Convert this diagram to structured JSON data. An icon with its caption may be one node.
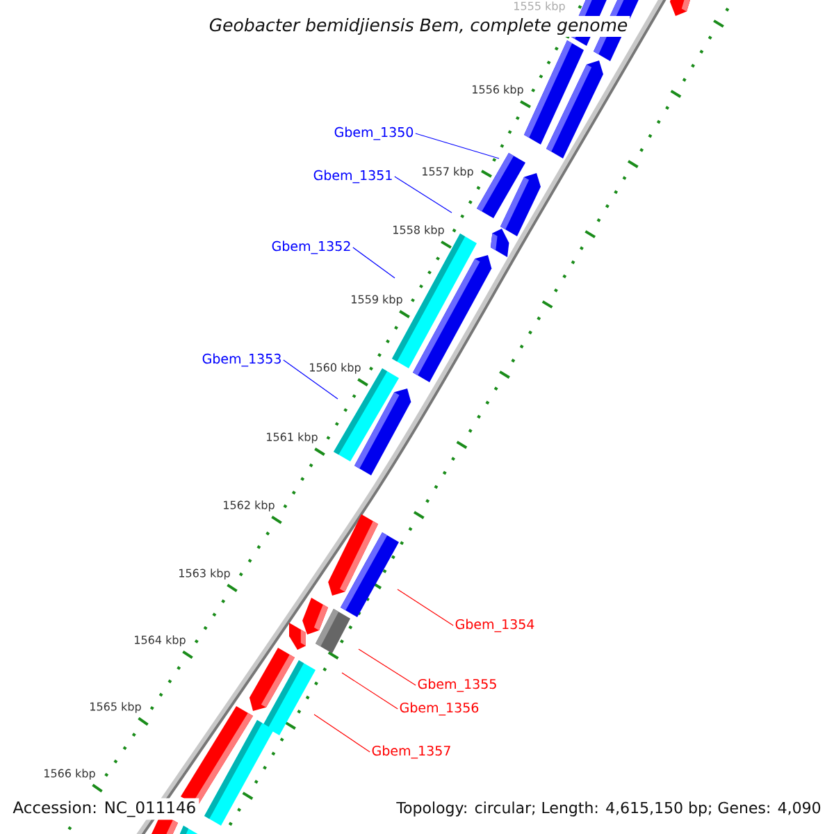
{
  "diagram": {
    "title": "Geobacter bemidjiensis Bem, complete genome",
    "nodes": [
      {
        "text": [
          "Gbem_1350"
        ]
      },
      {
        "text": [
          "Gbem_1351"
        ]
      },
      {
        "text": [
          "Gbem_1352"
        ]
      },
      {
        "text": [
          "Gbem_1353"
        ]
      },
      {
        "text": [
          "Gbem_1354"
        ]
      },
      {
        "text": [
          "Gbem_1355"
        ]
      },
      {
        "text": [
          "Gbem_1356"
        ]
      },
      {
        "text": [
          "Gbem_1357"
        ]
      }
    ],
    "edges": [
      {
        "from": 0,
        "to": null,
        "arrow": "none"
      },
      {
        "from": 1,
        "to": null,
        "arrow": "none"
      },
      {
        "from": 2,
        "to": null,
        "arrow": "none"
      },
      {
        "from": 3,
        "to": null,
        "arrow": "none"
      },
      {
        "from": 4,
        "to": null,
        "arrow": "none",
        "color": "#ff0000"
      },
      {
        "from": 5,
        "to": null,
        "arrow": "none",
        "color": "#ff0000"
      },
      {
        "from": 6,
        "to": null,
        "arrow": "none",
        "color": "#ff0000"
      },
      {
        "from": 7,
        "to": null,
        "arrow": "none",
        "color": "#ff0000"
      }
    ],
    "labels": [
      "1555 kbp",
      "1556 kbp",
      "1557 kbp",
      "1558 kbp",
      "1559 kbp",
      "1560 kbp",
      "1561 kbp",
      "1562 kbp",
      "1563 kbp",
      "1564 kbp",
      "1565 kbp",
      "1566 kbp",
      "Accession: NC_011146",
      "Topology: circular; Length: 4,615,150 bp; Genes: 4,090"
    ]
  }
}
